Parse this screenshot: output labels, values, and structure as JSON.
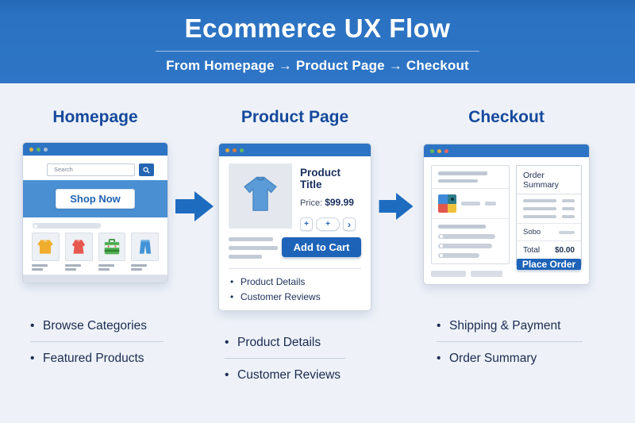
{
  "header": {
    "title": "Ecommerce UX Flow",
    "subtitle": "From Homepage → Product Page → Checkout",
    "bg_color": "#2b72c2",
    "text_color": "#ffffff"
  },
  "colors": {
    "accent_blue": "#1d63b8",
    "arrow_blue": "#1e6cc0",
    "hero_blue": "#4a8fd2",
    "heading_navy": "#15499c",
    "note_navy": "#1b2c50",
    "window_bar_blue": "#2e74c4",
    "page_bg": "#eef2f8"
  },
  "columns": [
    {
      "heading": "Homepage",
      "window": {
        "dots": [
          "#e8b33c",
          "#63b75f",
          "#aebfd6"
        ],
        "search_placeholder": "Search",
        "search_icon": "magnifier-icon",
        "hero_button": "Shop Now",
        "products": [
          {
            "name": "sweater-icon",
            "color": "#f0ad2d"
          },
          {
            "name": "top-icon",
            "color": "#e6574f"
          },
          {
            "name": "suitcase-icon",
            "color": "#4caf50"
          },
          {
            "name": "jeans-icon",
            "color": "#4193d6"
          }
        ]
      },
      "notes": [
        "Browse Categories",
        "Featured Products"
      ]
    },
    {
      "heading": "Product Page",
      "window": {
        "dots": [
          "#e5a93d",
          "#e07b3a",
          "#63b75f"
        ],
        "product_image": "tshirt-icon",
        "product_title": "Product Title",
        "price_label": "Price:",
        "price_value": "$99.99",
        "stepper": [
          "+",
          "+",
          "›"
        ],
        "add_to_cart": "Add to Cart",
        "bullets": [
          "Product Details",
          "Customer Reviews"
        ]
      },
      "notes": [
        "Product Details",
        "Customer Reviews"
      ]
    },
    {
      "heading": "Checkout",
      "window": {
        "dots": [
          "#63b75f",
          "#e5a93d",
          "#e0645c"
        ],
        "thumbnail_colors": [
          "#3e8ad8",
          "#2e7d8c",
          "#e2574c",
          "#f0c23c"
        ],
        "summary_title": "Order Summary",
        "subtotal_label": "Sobo",
        "total_label": "Total",
        "total_value": "$0.00",
        "place_order": "Place Order"
      },
      "notes": [
        "Shipping & Payment",
        "Order Summary"
      ]
    }
  ]
}
